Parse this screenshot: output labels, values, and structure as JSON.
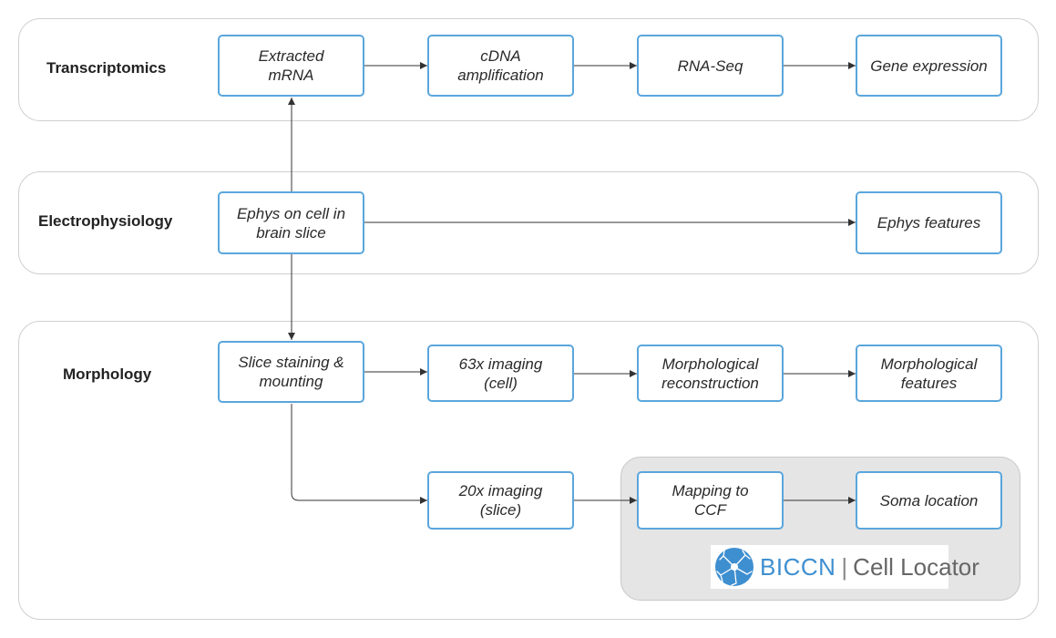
{
  "lanes": [
    {
      "id": "transcriptomics",
      "label": "Transcriptomics"
    },
    {
      "id": "electrophysiology",
      "label": "Electrophysiology"
    },
    {
      "id": "morphology",
      "label": "Morphology"
    }
  ],
  "nodes": {
    "extracted_mrna": "Extracted\nmRNA",
    "cdna_amplification": "cDNA\namplification",
    "rna_seq": "RNA-Seq",
    "gene_expression": "Gene expression",
    "ephys_on_cell": "Ephys on cell in\nbrain slice",
    "ephys_features": "Ephys features",
    "slice_staining": "Slice staining &\nmounting",
    "imaging_63x": "63x imaging\n(cell)",
    "morph_reconstruction": "Morphological\nreconstruction",
    "morph_features": "Morphological\nfeatures",
    "imaging_20x": "20x imaging\n(slice)",
    "mapping_ccf": "Mapping to\nCCF",
    "soma_location": "Soma location"
  },
  "edges": [
    [
      "extracted_mrna",
      "cdna_amplification"
    ],
    [
      "cdna_amplification",
      "rna_seq"
    ],
    [
      "rna_seq",
      "gene_expression"
    ],
    [
      "ephys_on_cell",
      "extracted_mrna"
    ],
    [
      "ephys_on_cell",
      "ephys_features"
    ],
    [
      "ephys_on_cell",
      "slice_staining"
    ],
    [
      "slice_staining",
      "imaging_63x"
    ],
    [
      "imaging_63x",
      "morph_reconstruction"
    ],
    [
      "morph_reconstruction",
      "morph_features"
    ],
    [
      "slice_staining",
      "imaging_20x"
    ],
    [
      "imaging_20x",
      "mapping_ccf"
    ],
    [
      "mapping_ccf",
      "soma_location"
    ]
  ],
  "logo": {
    "brand": "BICCN",
    "separator": "|",
    "product": "Cell Locator",
    "icon": "neuron-icon",
    "brand_color": "#3e8fd0"
  },
  "colors": {
    "node_border": "#5aa6dc",
    "edge": "#333333",
    "group_fill": "#e5e5e5"
  }
}
